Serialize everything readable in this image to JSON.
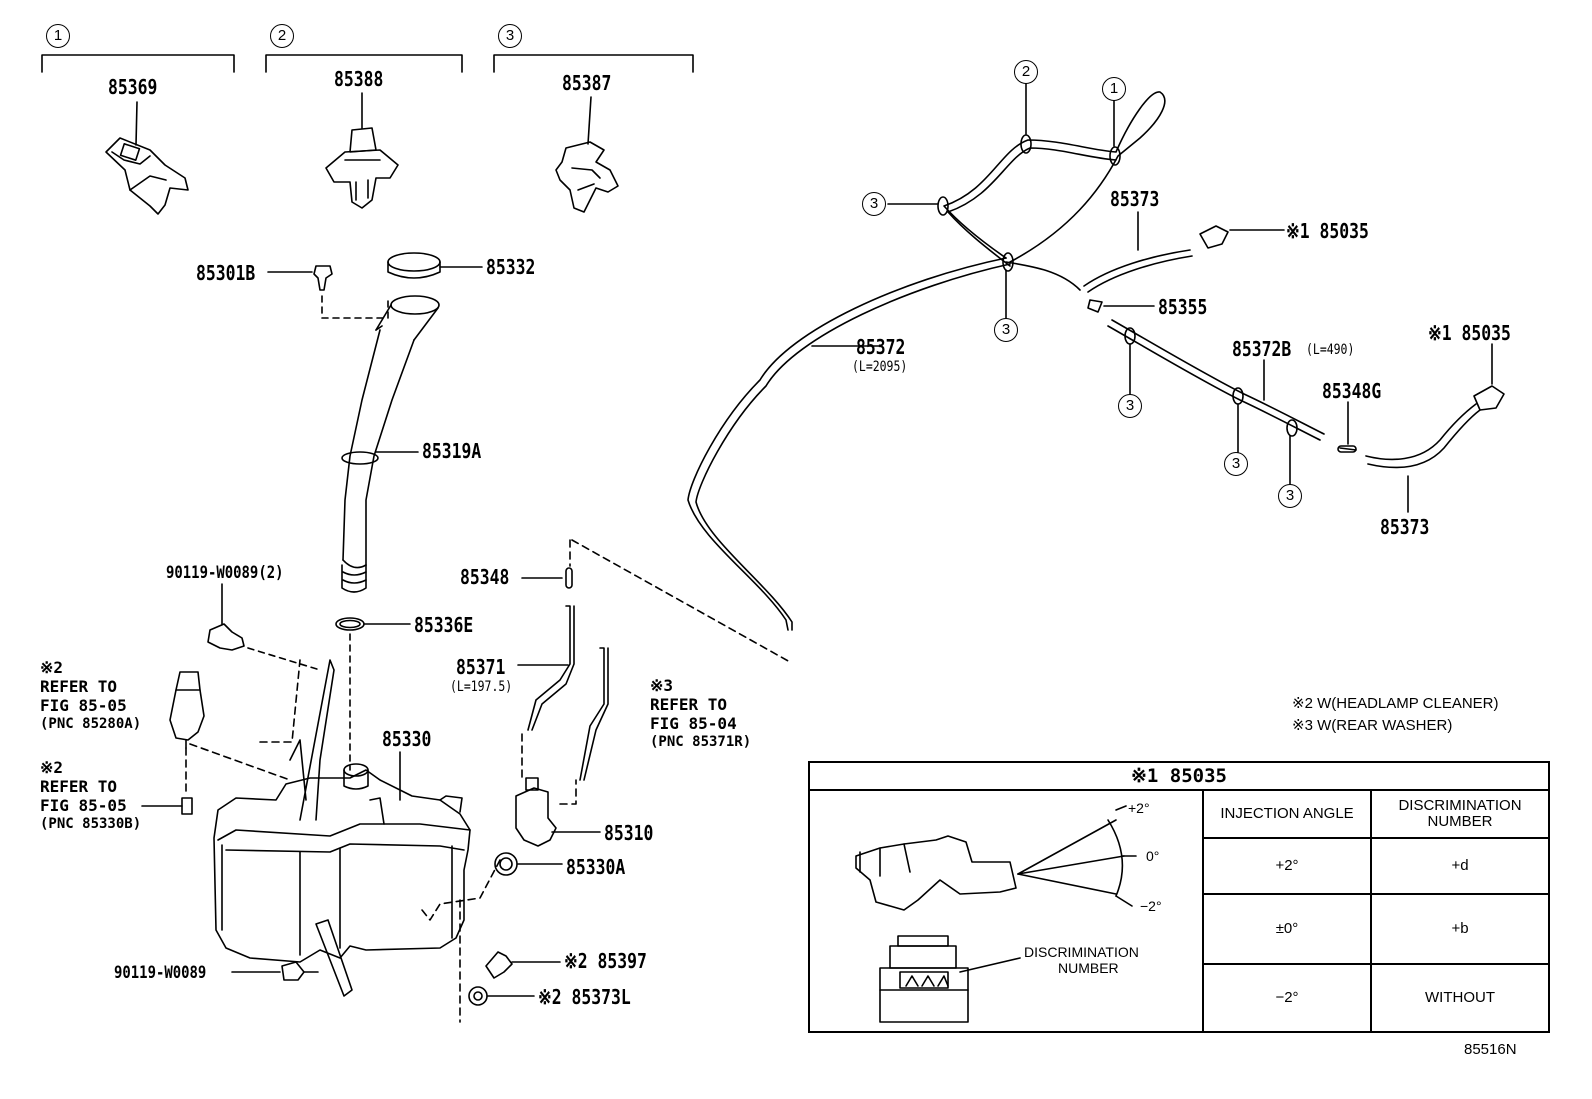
{
  "callouts": {
    "c1": "1",
    "c2": "2",
    "c3": "3"
  },
  "parts": {
    "p85369": "85369",
    "p85388": "85388",
    "p85387": "85387",
    "p85301B": "85301B",
    "p85332": "85332",
    "p85319A": "85319A",
    "p90119a": "90119-W0089(2)",
    "p85336E": "85336E",
    "p85348": "85348",
    "p85371": "85371",
    "p85371_len": "(L=197.5)",
    "p85330": "85330",
    "p85310": "85310",
    "p85330A": "85330A",
    "p90119b": "90119-W0089",
    "p85397": "※2 85397",
    "p85373L": "※2 85373L",
    "p85373_top": "85373",
    "p85035_top": "※1 85035",
    "p85355": "85355",
    "p85372": "85372",
    "p85372_len": "(L=2095)",
    "p85372B": "85372B",
    "p85372B_len": "(L=490)",
    "p85035_right": "※1 85035",
    "p85348G": "85348G",
    "p85373_bottom": "85373"
  },
  "refs": {
    "ref1_mark": "※2",
    "ref1_line1": "REFER TO",
    "ref1_line2": "FIG 85-05",
    "ref1_pnc": "(PNC 85280A)",
    "ref2_mark": "※2",
    "ref2_line1": "REFER TO",
    "ref2_line2": "FIG 85-05",
    "ref2_pnc": "(PNC 85330B)",
    "ref3_mark": "※3",
    "ref3_line1": "REFER TO",
    "ref3_line2": "FIG 85-04",
    "ref3_pnc": "(PNC 85371R)"
  },
  "legend": {
    "note2": "※2 W(HEADLAMP CLEANER)",
    "note3": "※3 W(REAR WASHER)"
  },
  "spec_table": {
    "title": "※1 85035",
    "col_angle": "INJECTION ANGLE",
    "col_disc": "DISCRIMINATION NUMBER",
    "rows": [
      {
        "angle": "+2°",
        "disc": "+d"
      },
      {
        "angle": "±0°",
        "disc": "+b"
      },
      {
        "angle": "−2°",
        "disc": "WITHOUT"
      }
    ],
    "angle_plus": "+2°",
    "angle_zero": "0°",
    "angle_minus": "−2°",
    "disc_label_1": "DISCRIMINATION",
    "disc_label_2": "NUMBER"
  },
  "figure_code": "85516N"
}
